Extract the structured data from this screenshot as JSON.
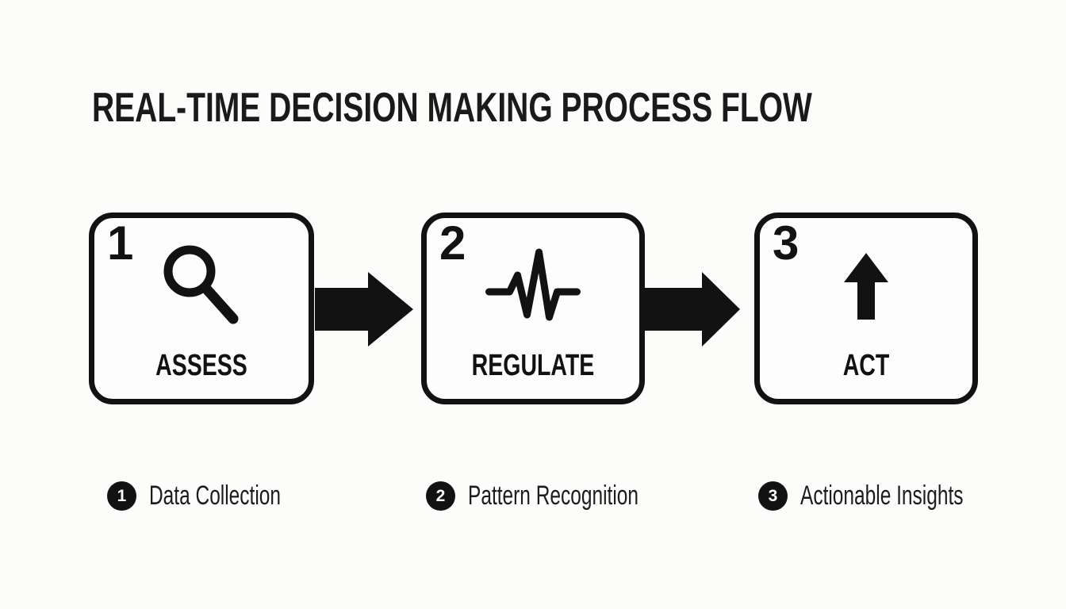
{
  "title": "REAL-TIME DECISION MAKING PROCESS FLOW",
  "steps": [
    {
      "number": "1",
      "label": "ASSESS",
      "icon": "magnifier-icon"
    },
    {
      "number": "2",
      "label": "REGULATE",
      "icon": "waveform-icon"
    },
    {
      "number": "3",
      "label": "ACT",
      "icon": "arrow-up-icon"
    }
  ],
  "legend": [
    {
      "number": "1",
      "label": "Data Collection"
    },
    {
      "number": "2",
      "label": "Pattern Recognition"
    },
    {
      "number": "3",
      "label": "Actionable Insights"
    }
  ],
  "colors": {
    "ink": "#121212",
    "background": "#fcfcfb",
    "box_fill": "#fdfdfd",
    "badge_text": "#ffffff"
  }
}
